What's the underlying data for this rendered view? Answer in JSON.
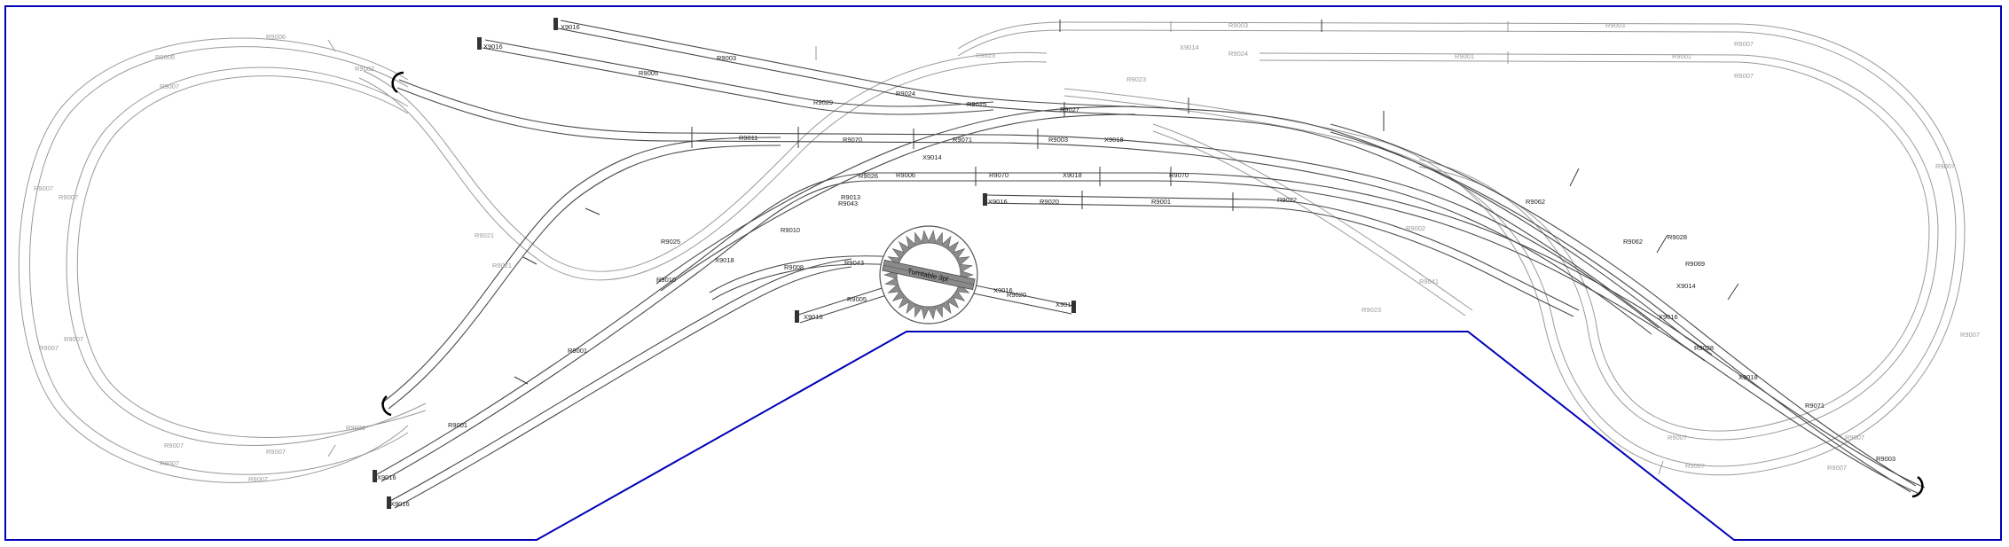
{
  "labels": {
    "r9011": "R9011",
    "r9027": "R9027",
    "r9070": "R9070",
    "r9071": "R9071",
    "r9026": "R9026",
    "r9005": "R9005",
    "r9006": "R9006",
    "r9008": "R9008",
    "r9010": "R9010",
    "r9020": "R9020",
    "r9022": "R9022",
    "r9024": "R9024",
    "r9025": "R9025",
    "r9028": "R9028",
    "r9041": "R9041",
    "r9043": "R9043",
    "r9062": "R9062",
    "r9069": "R9069",
    "x9016": "X9016",
    "x9018": "X9018",
    "x9014": "X9014",
    "r9001": "R9001",
    "r9002": "R9002",
    "r9003": "R9003",
    "r9007": "R9007",
    "r9013": "R9013",
    "r9029": "R9029",
    "r9021": "R9021",
    "r9023": "R9023",
    "turntable": "Turntable 3pl"
  }
}
